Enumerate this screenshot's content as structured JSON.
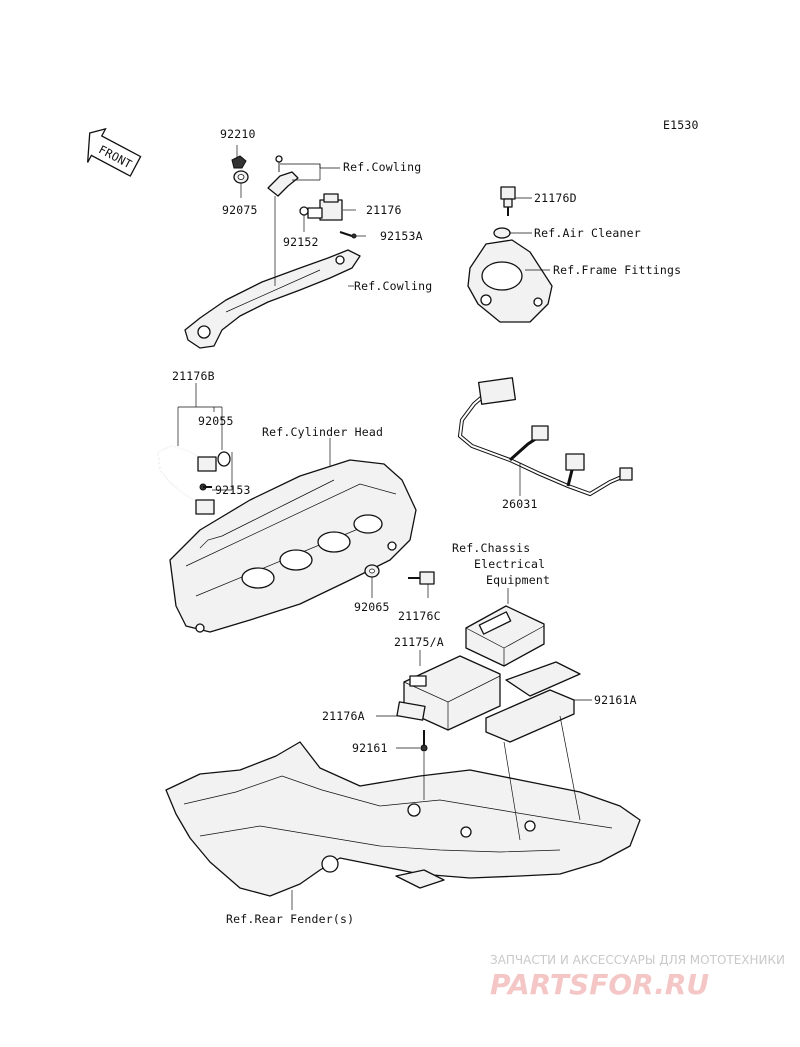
{
  "diagram_code": "E1530",
  "front_label": "FRONT",
  "labels": {
    "p92210": "92210",
    "p92075": "92075",
    "ref_cowling_top": "Ref.Cowling",
    "p21176": "21176",
    "p92152": "92152",
    "p92153A": "92153A",
    "ref_cowling_mid": "Ref.Cowling",
    "p21176D": "21176D",
    "ref_air_cleaner": "Ref.Air Cleaner",
    "ref_frame_fittings": "Ref.Frame Fittings",
    "p21176B": "21176B",
    "p92055": "92055",
    "ref_cylinder_head": "Ref.Cylinder Head",
    "p92153": "92153",
    "p26031": "26031",
    "ref_chassis_1": "Ref.Chassis",
    "ref_chassis_2": "Electrical",
    "ref_chassis_3": "Equipment",
    "p92065": "92065",
    "p21176C": "21176C",
    "p21175A": "21175/A",
    "p92161A": "92161A",
    "p21176A": "21176A",
    "p92161": "92161",
    "ref_rear_fender": "Ref.Rear Fender(s)"
  },
  "watermark": {
    "top_line": "ЗАПЧАСТИ И АКСЕССУАРЫ ДЛЯ МОТОТЕХНИКИ",
    "brand": "PARTSFOR.RU"
  }
}
